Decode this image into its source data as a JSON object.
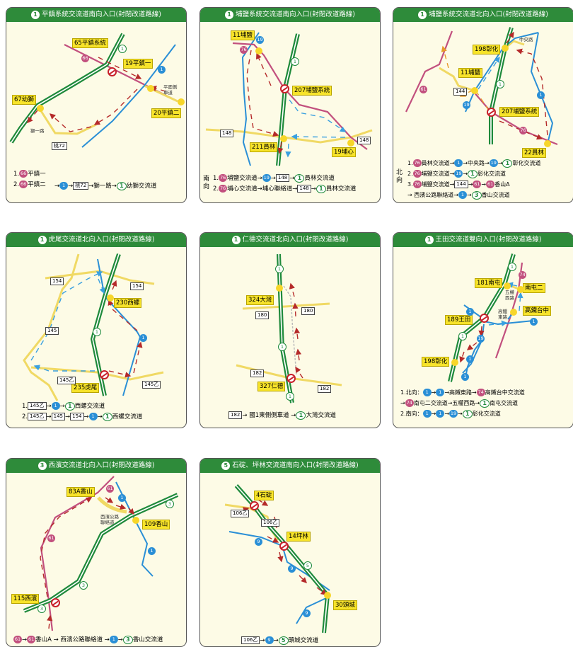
{
  "colors": {
    "header": "#2e8b3a",
    "freeway": "#1f8a3b",
    "expressway": "#c2507e",
    "provincial": "#2a8fd6",
    "county": "#f0d964",
    "closed": "#c8202a",
    "detour": "#b52a2a"
  },
  "panels": [
    {
      "shield": "1",
      "title": "平鎮系統交流道南向入口(封閉改道路線)",
      "labels": [
        "65平鎮系統",
        "19平鎮一",
        "67幼獅",
        "20平鎮二"
      ],
      "notes": [
        "平面側車道",
        "獅一路"
      ],
      "boxes": [
        "桃72"
      ],
      "shields": [
        "1",
        "66",
        "1"
      ],
      "legend": [
        [
          {
            "t": "1."
          },
          {
            "s": "pink",
            "n": "66"
          },
          {
            "t": "平鎮一"
          }
        ],
        [
          {
            "t": "2."
          },
          {
            "s": "pink",
            "n": "66"
          },
          {
            "t": "平鎮二"
          }
        ]
      ],
      "legend_shared": [
        {
          "t": "→"
        },
        {
          "s": "blue",
          "n": "1"
        },
        {
          "t": "→"
        },
        {
          "b": "桃72"
        },
        {
          "t": "→獅一路→"
        },
        {
          "s": "fwy",
          "n": "1"
        },
        {
          "t": "幼獅交流道"
        }
      ]
    },
    {
      "shield": "1",
      "title": "埔鹽系統交流道南向入口(封閉改道路線)",
      "labels": [
        "11埔鹽",
        "207埔鹽系統",
        "211員林",
        "19埔心"
      ],
      "boxes": [
        "148",
        "148"
      ],
      "shields": [
        "19",
        "76",
        "1"
      ],
      "side": "南向",
      "legend": [
        [
          {
            "t": "1."
          },
          {
            "s": "pink",
            "n": "76"
          },
          {
            "t": "埔鹽交流道→"
          },
          {
            "s": "blue",
            "n": "19"
          },
          {
            "t": "→"
          },
          {
            "b": "148"
          },
          {
            "t": "→"
          },
          {
            "s": "fwy",
            "n": "1"
          },
          {
            "t": "員林交流道"
          }
        ],
        [
          {
            "t": "2."
          },
          {
            "s": "pink",
            "n": "76"
          },
          {
            "t": "埔心交流道→埔心聯絡道→"
          },
          {
            "b": "148"
          },
          {
            "t": "→"
          },
          {
            "s": "fwy",
            "n": "1"
          },
          {
            "t": "員林交流道"
          }
        ]
      ]
    },
    {
      "shield": "1",
      "title": "埔鹽系統交流道北向入口(封閉改道路線)",
      "labels": [
        "198彰化",
        "11埔鹽",
        "207埔鹽系統",
        "22員林"
      ],
      "notes": [
        "中央路"
      ],
      "boxes": [
        "144"
      ],
      "shields": [
        "61",
        "1",
        "19",
        "1",
        "76"
      ],
      "side": "北向",
      "legend": [
        [
          {
            "t": "1."
          },
          {
            "s": "pink",
            "n": "76"
          },
          {
            "t": "員林交流道→"
          },
          {
            "s": "blue",
            "n": "1"
          },
          {
            "t": "→中央路→"
          },
          {
            "s": "blue",
            "n": "19"
          },
          {
            "t": "→"
          },
          {
            "s": "fwy",
            "n": "1"
          },
          {
            "t": "彰化交流道"
          }
        ],
        [
          {
            "t": "2."
          },
          {
            "s": "pink",
            "n": "76"
          },
          {
            "t": "埔鹽交流道→"
          },
          {
            "s": "blue",
            "n": "19"
          },
          {
            "t": "→"
          },
          {
            "s": "fwy",
            "n": "1"
          },
          {
            "t": "彰化交流道"
          }
        ],
        [
          {
            "t": "3."
          },
          {
            "s": "pink",
            "n": "76"
          },
          {
            "t": "埔鹽交流道→"
          },
          {
            "b": "144"
          },
          {
            "t": "→"
          },
          {
            "s": "pink",
            "n": "61"
          },
          {
            "t": "→"
          },
          {
            "s": "pink",
            "n": "61"
          },
          {
            "t": "香山A"
          }
        ],
        [
          {
            "t": "  → 西濱公路聯絡道→"
          },
          {
            "s": "blue",
            "n": "1"
          },
          {
            "t": "→"
          },
          {
            "s": "fwy",
            "n": "3"
          },
          {
            "t": "香山交流道"
          }
        ]
      ]
    },
    {
      "shield": "1",
      "title": "虎尾交流道北向入口(封閉改道路線)",
      "labels": [
        "230西螺",
        "235虎尾"
      ],
      "boxes": [
        "154",
        "154",
        "145",
        "145乙",
        "145乙"
      ],
      "shields": [
        "1",
        "1"
      ],
      "legend": [
        [
          {
            "t": "1."
          },
          {
            "b": "145乙"
          },
          {
            "t": "→"
          },
          {
            "s": "blue",
            "n": "1"
          },
          {
            "t": "→"
          },
          {
            "s": "fwy",
            "n": "1"
          },
          {
            "t": "西螺交流道"
          }
        ],
        [
          {
            "t": "2."
          },
          {
            "b": "145乙"
          },
          {
            "t": "→"
          },
          {
            "b": "145"
          },
          {
            "t": "→"
          },
          {
            "b": "154"
          },
          {
            "t": "→"
          },
          {
            "s": "blue",
            "n": "1"
          },
          {
            "t": "→"
          },
          {
            "s": "fwy",
            "n": "1"
          },
          {
            "t": "西螺交流道"
          }
        ]
      ]
    },
    {
      "shield": "1",
      "title": "仁德交流道北向入口(封閉改道路線)",
      "labels": [
        "324大灣",
        "327仁德"
      ],
      "boxes": [
        "180",
        "180",
        "182",
        "182"
      ],
      "shields": [
        "1",
        "1",
        "1"
      ],
      "legend": [
        [
          {
            "b": "182"
          },
          {
            "t": "→ 國1東側側車道 →"
          },
          {
            "s": "fwy",
            "n": "1"
          },
          {
            "t": "大灣交流道"
          }
        ]
      ]
    },
    {
      "shield": "1",
      "title": "王田交流道雙向入口(封閉改道路線)",
      "labels": [
        "181南屯",
        "南屯二",
        "高鐵台中",
        "189王田",
        "198彰化"
      ],
      "notes": [
        "五權西路",
        "高鐵東路"
      ],
      "shields": [
        "1",
        "74",
        "1",
        "1",
        "1",
        "19",
        "1",
        "1"
      ],
      "legend": [
        [
          {
            "t": "1.北向："
          },
          {
            "s": "blue",
            "n": "1"
          },
          {
            "t": "→"
          },
          {
            "s": "blue",
            "n": "1"
          },
          {
            "t": "→高鐵東路→"
          },
          {
            "s": "pink",
            "n": "74"
          },
          {
            "t": "高鐵台中交流道"
          }
        ],
        [
          {
            "t": "   →"
          },
          {
            "s": "pink",
            "n": "74"
          },
          {
            "t": "南屯二交流道→五權西路→"
          },
          {
            "s": "fwy",
            "n": "1"
          },
          {
            "t": "南屯交流道"
          }
        ],
        [
          {
            "t": "2.南向："
          },
          {
            "s": "blue",
            "n": "1"
          },
          {
            "t": "→"
          },
          {
            "s": "blue",
            "n": "1"
          },
          {
            "t": "→"
          },
          {
            "s": "blue",
            "n": "19"
          },
          {
            "t": "→"
          },
          {
            "s": "fwy",
            "n": "1"
          },
          {
            "t": "彰化交流道"
          }
        ]
      ]
    },
    {
      "shield": "3",
      "title": "西濱交流道北向入口(封閉改道路線)",
      "labels": [
        "83A香山",
        "109香山",
        "115西濱"
      ],
      "notes": [
        "西濱公路聯絡道"
      ],
      "shields": [
        "61",
        "1",
        "3",
        "61",
        "1",
        "3",
        "3"
      ],
      "legend": [
        [
          {
            "s": "pink",
            "n": "61"
          },
          {
            "t": "→"
          },
          {
            "s": "pink",
            "n": "61"
          },
          {
            "t": "香山A → 西濱公路聯絡道 →"
          },
          {
            "s": "blue",
            "n": "1"
          },
          {
            "t": "→"
          },
          {
            "s": "fwy",
            "n": "3"
          },
          {
            "t": "香山交流道"
          }
        ]
      ]
    },
    {
      "shield": "5",
      "title": "石碇、坪林交流道南向入口(封閉改道路線)",
      "labels": [
        "4石碇",
        "14坪林",
        "30頭城"
      ],
      "boxes": [
        "106乙",
        "106乙"
      ],
      "shields": [
        "9",
        "9",
        "5",
        "9"
      ],
      "legend": [
        [
          {
            "b": "106乙"
          },
          {
            "t": "→"
          },
          {
            "s": "blue",
            "n": "9"
          },
          {
            "t": "→"
          },
          {
            "s": "fwy",
            "n": "5"
          },
          {
            "t": "頭城交流道"
          }
        ]
      ]
    }
  ]
}
